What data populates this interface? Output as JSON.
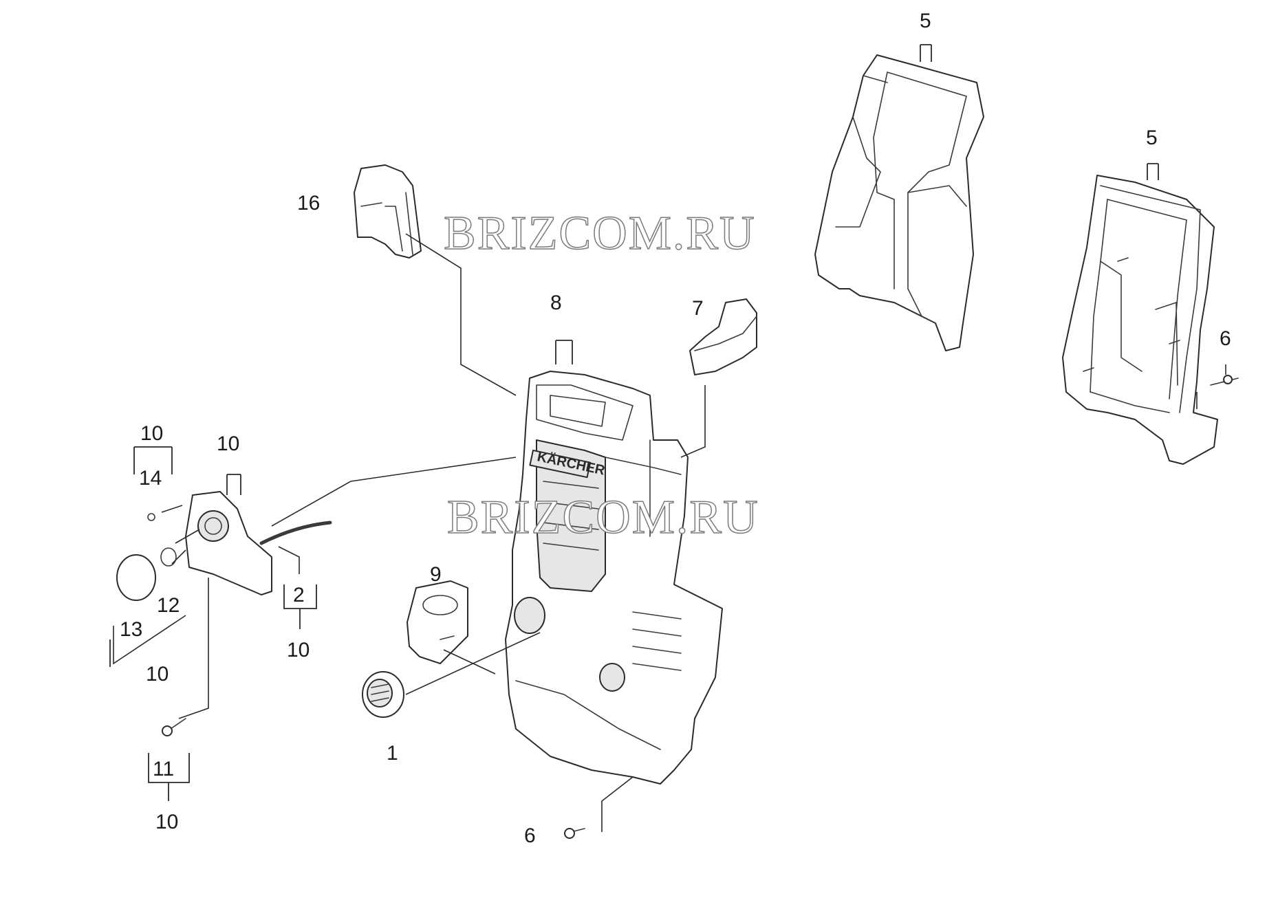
{
  "watermarks": [
    "BRIZCOM.RU",
    "BRIZCOM.RU"
  ],
  "brand_label": "KÄRCHER",
  "callouts": {
    "c5a": "5",
    "c5b": "5",
    "c16": "16",
    "c8": "8",
    "c7": "7",
    "c6a": "6",
    "c10a": "10",
    "c14": "14",
    "c10b": "10",
    "c2": "2",
    "c10c": "10",
    "c12": "12",
    "c13": "13",
    "c10d": "10",
    "c9": "9",
    "c1": "1",
    "c11": "11",
    "c10e": "10",
    "c6b": "6"
  }
}
